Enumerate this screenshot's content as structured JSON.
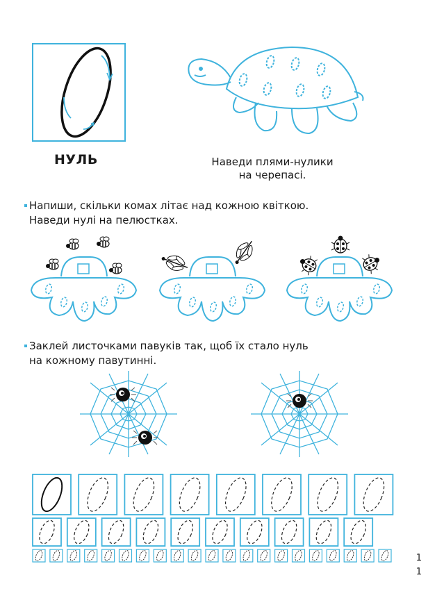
{
  "digit": {
    "label": "НУЛЬ",
    "sample_glyph": "0"
  },
  "turtle_task": {
    "caption_line1": "Наведи плями-нулики",
    "caption_line2": "на черепасі."
  },
  "insects_task": {
    "line1": "Напиши, скільки комах літає над кожною квіткою.",
    "line2": "Наведи нулі на пелюстках.",
    "flowers": [
      {
        "insect": "bee-icon",
        "count": 4
      },
      {
        "insect": "dragonfly-icon",
        "count": 2
      },
      {
        "insect": "ladybug-icon",
        "count": 3
      }
    ]
  },
  "spider_task": {
    "line1": "Заклей листочками павуків так, щоб їх стало нуль",
    "line2": "на кожному павутинні.",
    "webs": [
      {
        "spiders": 2
      },
      {
        "spiders": 1
      }
    ]
  },
  "tracing": {
    "rows": [
      {
        "boxes": 8,
        "size": "large",
        "first_solid": true
      },
      {
        "boxes": 10,
        "size": "medium",
        "first_solid": false
      },
      {
        "boxes": 21,
        "size": "small",
        "first_solid": false
      }
    ]
  },
  "page_number": {
    "line1": "1",
    "line2": "1"
  },
  "colors": {
    "accent": "#3fb3dd",
    "text": "#1a1a1a"
  }
}
